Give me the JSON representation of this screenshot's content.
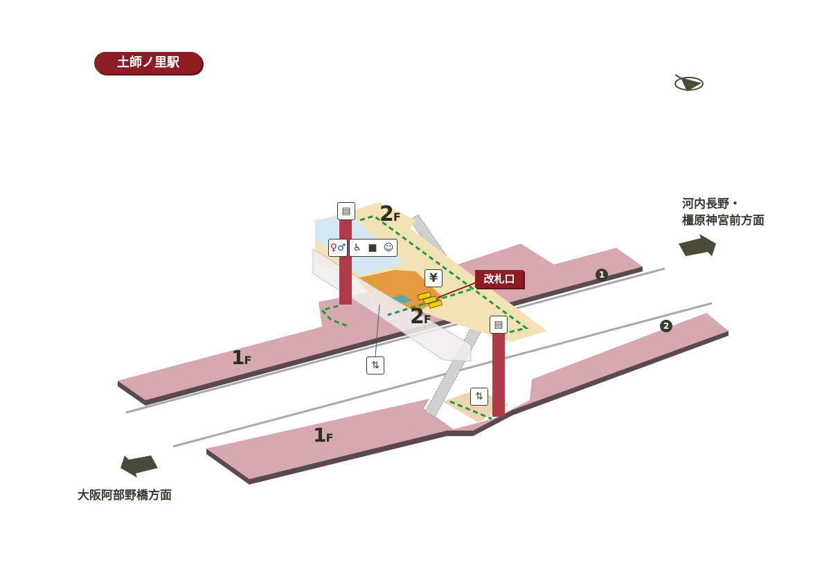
{
  "station_name": "土師ノ里駅",
  "gate_label": "改札口",
  "floors": {
    "upper_a": "2",
    "upper_b": "2",
    "lower_a": "1",
    "lower_b": "1",
    "suffix": "F"
  },
  "platforms": {
    "one": "1",
    "two": "2"
  },
  "directions": {
    "east_line1": "河内長野・",
    "east_line2": "橿原神宮前方面",
    "west": "大阪阿部野橋方面"
  },
  "icons": [
    "elevator-icon",
    "restroom-icon",
    "accessible-icon",
    "ostomate-icon",
    "baby-care-icon",
    "ticket-yen-icon",
    "wheelchair-stairlift-icon",
    "compass-icon"
  ],
  "icon_text": {
    "yen": "¥"
  },
  "colors": {
    "platform": "#d8a8b0",
    "concourse": "#f3e2b5",
    "brand": "#8c1d25",
    "route": "#1e9a3c",
    "column": "#b03a48"
  }
}
